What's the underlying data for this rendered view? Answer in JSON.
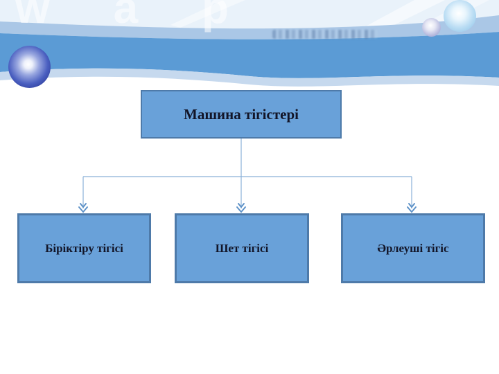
{
  "slide": {
    "watermark": "w a p"
  },
  "diagram": {
    "title_node": "Машина тігістері",
    "child_nodes": [
      "Біріктіру тігісі",
      "Шет тігісі",
      "Әрлеуші тігіс"
    ]
  },
  "colors": {
    "node_fill": "#69a1d9",
    "node_border": "#4e7aa9",
    "node_text": "#121528",
    "wave_blue": "#5b9bd5",
    "wave_pale_top": "#aac7e6",
    "wave_pale_bottom": "#c6d9ee",
    "connector_line": "#8ab1d8",
    "arrowhead": "#5e92c8"
  }
}
